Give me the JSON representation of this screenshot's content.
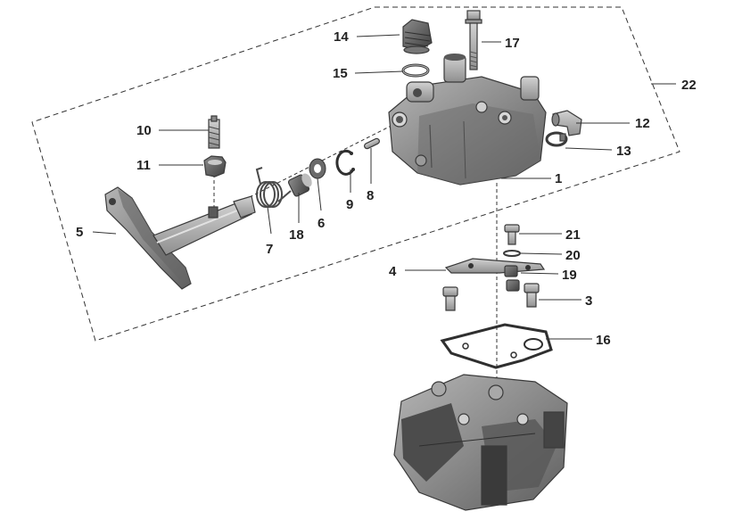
{
  "diagram": {
    "callouts": {
      "c1": "1",
      "c3": "3",
      "c4": "4",
      "c5": "5",
      "c6": "6",
      "c7": "7",
      "c8": "8",
      "c9": "9",
      "c10": "10",
      "c11": "11",
      "c12": "12",
      "c13": "13",
      "c14": "14",
      "c15": "15",
      "c16": "16",
      "c17": "17",
      "c18": "18",
      "c19": "19",
      "c20": "20",
      "c21": "21",
      "c22": "22"
    }
  }
}
